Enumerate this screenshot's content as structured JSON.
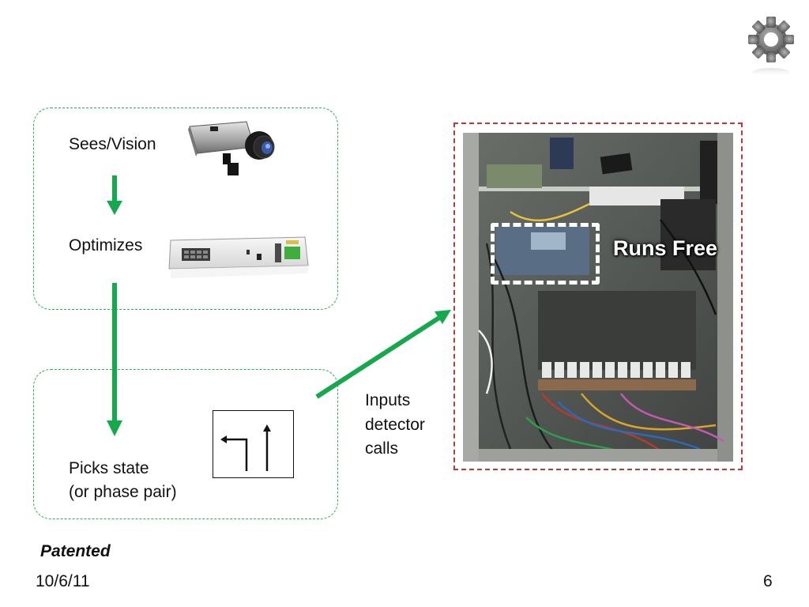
{
  "diagram": {
    "steps": [
      {
        "label": "Sees/Vision"
      },
      {
        "label": "Optimizes"
      },
      {
        "label": "Picks state\n(or phase pair)"
      }
    ],
    "connector_label": "Inputs\ndetector\ncalls",
    "callout": "Runs Free",
    "colors": {
      "group_border": "#2fae52",
      "flow_arrow": "#16a84d",
      "photo_frame": "#c0383a"
    },
    "icons": [
      "gear-icon",
      "camera-image",
      "optimizer-device-image",
      "phase-pair-icon",
      "signal-cabinet-photo"
    ]
  },
  "footer": {
    "patented": "Patented",
    "date": "10/6/11",
    "page_number": "6"
  }
}
